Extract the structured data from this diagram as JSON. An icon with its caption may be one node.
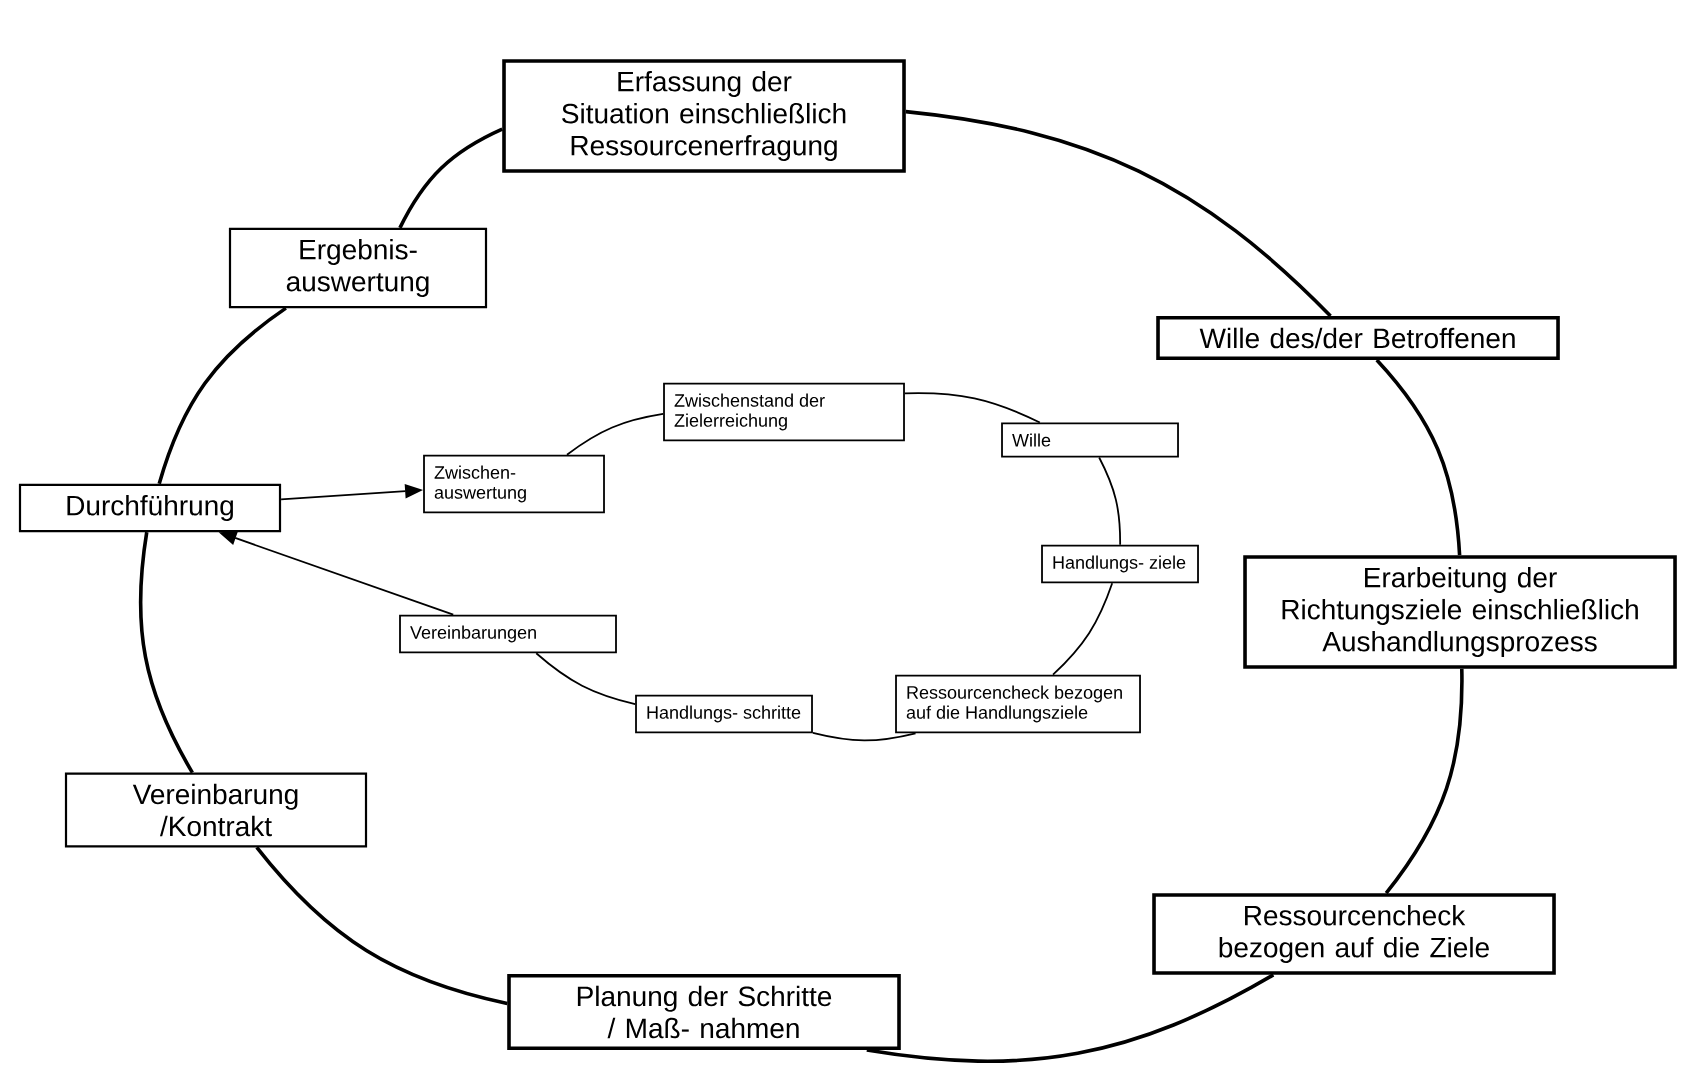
{
  "diagram": {
    "nodes": [
      {
        "text": [
          "Erfassung der Situation einschließlich Ressourcenerfragung"
        ]
      },
      {
        "text": [
          "Wille des/der Betroffenen"
        ]
      },
      {
        "text": [
          "Erarbeitung der Richtungsziele einschließlich Aushandlungsprozess"
        ]
      },
      {
        "text": [
          "Ressourcencheck bezogen auf die Ziele"
        ]
      },
      {
        "text": [
          "Planung der Schritte / Maß- nahmen"
        ]
      },
      {
        "text": [
          "Vereinbarung /Kontrakt"
        ]
      },
      {
        "text": [
          "Durchführung"
        ]
      },
      {
        "text": [
          "Ergebnis- auswertung"
        ]
      },
      {
        "text": [
          "Zwischenstand der Zielerreichung"
        ]
      },
      {
        "text": [
          "Wille"
        ]
      },
      {
        "text": [
          "Handlungs- ziele"
        ]
      },
      {
        "text": [
          "Ressourcencheck bezogen auf die Handlungsziele"
        ]
      },
      {
        "text": [
          "Handlungs- schritte"
        ]
      },
      {
        "text": [
          "Vereinbarungen"
        ]
      },
      {
        "text": [
          "Zwischen- auswertung"
        ]
      }
    ],
    "edges": [
      {
        "from": 0,
        "to": 1,
        "arrow": "none"
      },
      {
        "from": 1,
        "to": 2,
        "arrow": "none"
      },
      {
        "from": 2,
        "to": 3,
        "arrow": "none"
      },
      {
        "from": 3,
        "to": 4,
        "arrow": "none"
      },
      {
        "from": 4,
        "to": 5,
        "arrow": "none"
      },
      {
        "from": 5,
        "to": 6,
        "arrow": "none"
      },
      {
        "from": 6,
        "to": 7,
        "arrow": "none"
      },
      {
        "from": 7,
        "to": 0,
        "arrow": "none"
      },
      {
        "from": 14,
        "to": 8,
        "arrow": "none"
      },
      {
        "from": 8,
        "to": 9,
        "arrow": "none"
      },
      {
        "from": 9,
        "to": 10,
        "arrow": "none"
      },
      {
        "from": 10,
        "to": 11,
        "arrow": "none"
      },
      {
        "from": 11,
        "to": 12,
        "arrow": "none"
      },
      {
        "from": 12,
        "to": 13,
        "arrow": "none"
      },
      {
        "from": 6,
        "to": 14,
        "arrow": "to"
      },
      {
        "from": 13,
        "to": 6,
        "arrow": "to"
      }
    ]
  }
}
